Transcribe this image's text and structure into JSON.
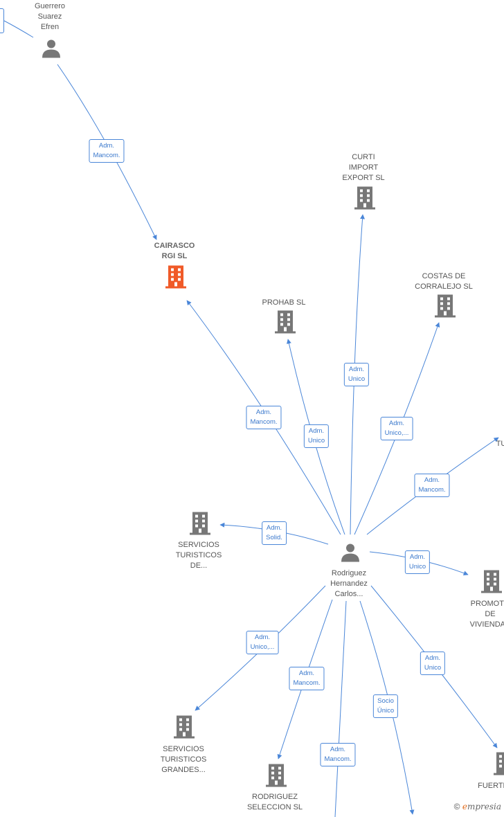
{
  "people": [
    {
      "id": "guerrero",
      "label": "Guerrero\nSuarez\nEfren"
    },
    {
      "id": "rodriguez",
      "label": "Rodriguez\nHernandez\nCarlos..."
    }
  ],
  "companies": [
    {
      "id": "cairasco",
      "label": "CAIRASCO\nRGI  SL",
      "color": "#f05a28"
    },
    {
      "id": "curti",
      "label": "CURTI\nIMPORT\nEXPORT  SL",
      "color": "#777777"
    },
    {
      "id": "prohab",
      "label": "PROHAB  SL",
      "color": "#777777"
    },
    {
      "id": "costas",
      "label": "COSTAS DE\nCORRALEJO  SL",
      "color": "#777777"
    },
    {
      "id": "serv_de",
      "label": "SERVICIOS\nTURISTICOS\nDE...",
      "color": "#777777"
    },
    {
      "id": "promoto",
      "label": "PROMOTO\nDE\nVIVIENDAS",
      "color": "#777777"
    },
    {
      "id": "serv_grandes",
      "label": "SERVICIOS\nTURISTICOS\nGRANDES...",
      "color": "#777777"
    },
    {
      "id": "rodsel",
      "label": "RODRIGUEZ\nSELECCION  SL",
      "color": "#777777"
    },
    {
      "id": "fuerte",
      "label": "FUERTE",
      "color": "#777777"
    },
    {
      "id": "tu",
      "label": "TU",
      "color": "#777777"
    }
  ],
  "relations": [
    {
      "id": "r1",
      "label": "Adm.\nMancom."
    },
    {
      "id": "r2",
      "label": "Adm.\nUnico"
    },
    {
      "id": "r3",
      "label": "Adm.\nMancom."
    },
    {
      "id": "r4",
      "label": "Adm.\nUnico"
    },
    {
      "id": "r5",
      "label": "Adm.\nUnico,..."
    },
    {
      "id": "r6",
      "label": "Adm.\nMancom."
    },
    {
      "id": "r7",
      "label": "Adm.\nSolid."
    },
    {
      "id": "r8",
      "label": "Adm.\nUnico"
    },
    {
      "id": "r9",
      "label": "Adm.\nUnico,..."
    },
    {
      "id": "r10",
      "label": "Adm.\nMancom."
    },
    {
      "id": "r11",
      "label": "Socio\nÚnico"
    },
    {
      "id": "r12",
      "label": "Adm.\nUnico"
    },
    {
      "id": "r13",
      "label": "Adm.\nMancom."
    }
  ],
  "watermark": {
    "copyright": "©",
    "brand_initial": "e",
    "brand_rest": "mpresia"
  },
  "colors": {
    "edge": "#4a86d8",
    "focus": "#f05a28",
    "node": "#777777"
  }
}
